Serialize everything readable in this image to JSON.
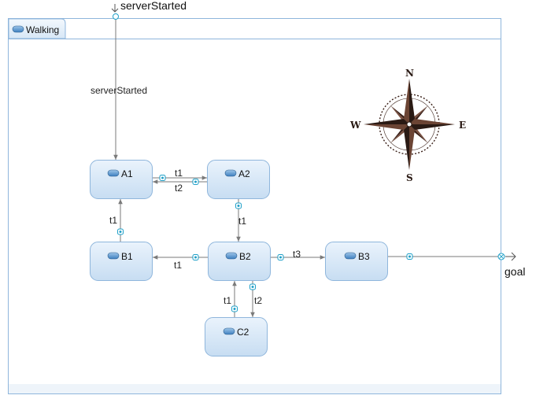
{
  "region": {
    "title": "Walking"
  },
  "entry": {
    "label": "serverStarted",
    "edge_label": "serverStarted"
  },
  "exit": {
    "label": "goal"
  },
  "states": {
    "A1": "A1",
    "A2": "A2",
    "B1": "B1",
    "B2": "B2",
    "B3": "B3",
    "C2": "C2"
  },
  "transitions": {
    "a1_a2": "t1",
    "a2_a1": "t2",
    "b1_a1": "t1",
    "a2_b2": "t1",
    "b2_b1": "t1",
    "b2_b3": "t3",
    "c2_b2": "t1",
    "b2_c2": "t2"
  },
  "compass": {
    "north": "N",
    "south": "S",
    "east": "E",
    "west": "W"
  },
  "colors": {
    "state_fill_top": "#e9f3fc",
    "state_fill_bottom": "#c9dff3",
    "state_border": "#8fb6dc",
    "frame": "#8fb6dc",
    "port": "#1fa0c8",
    "compass": "#3a2018"
  }
}
